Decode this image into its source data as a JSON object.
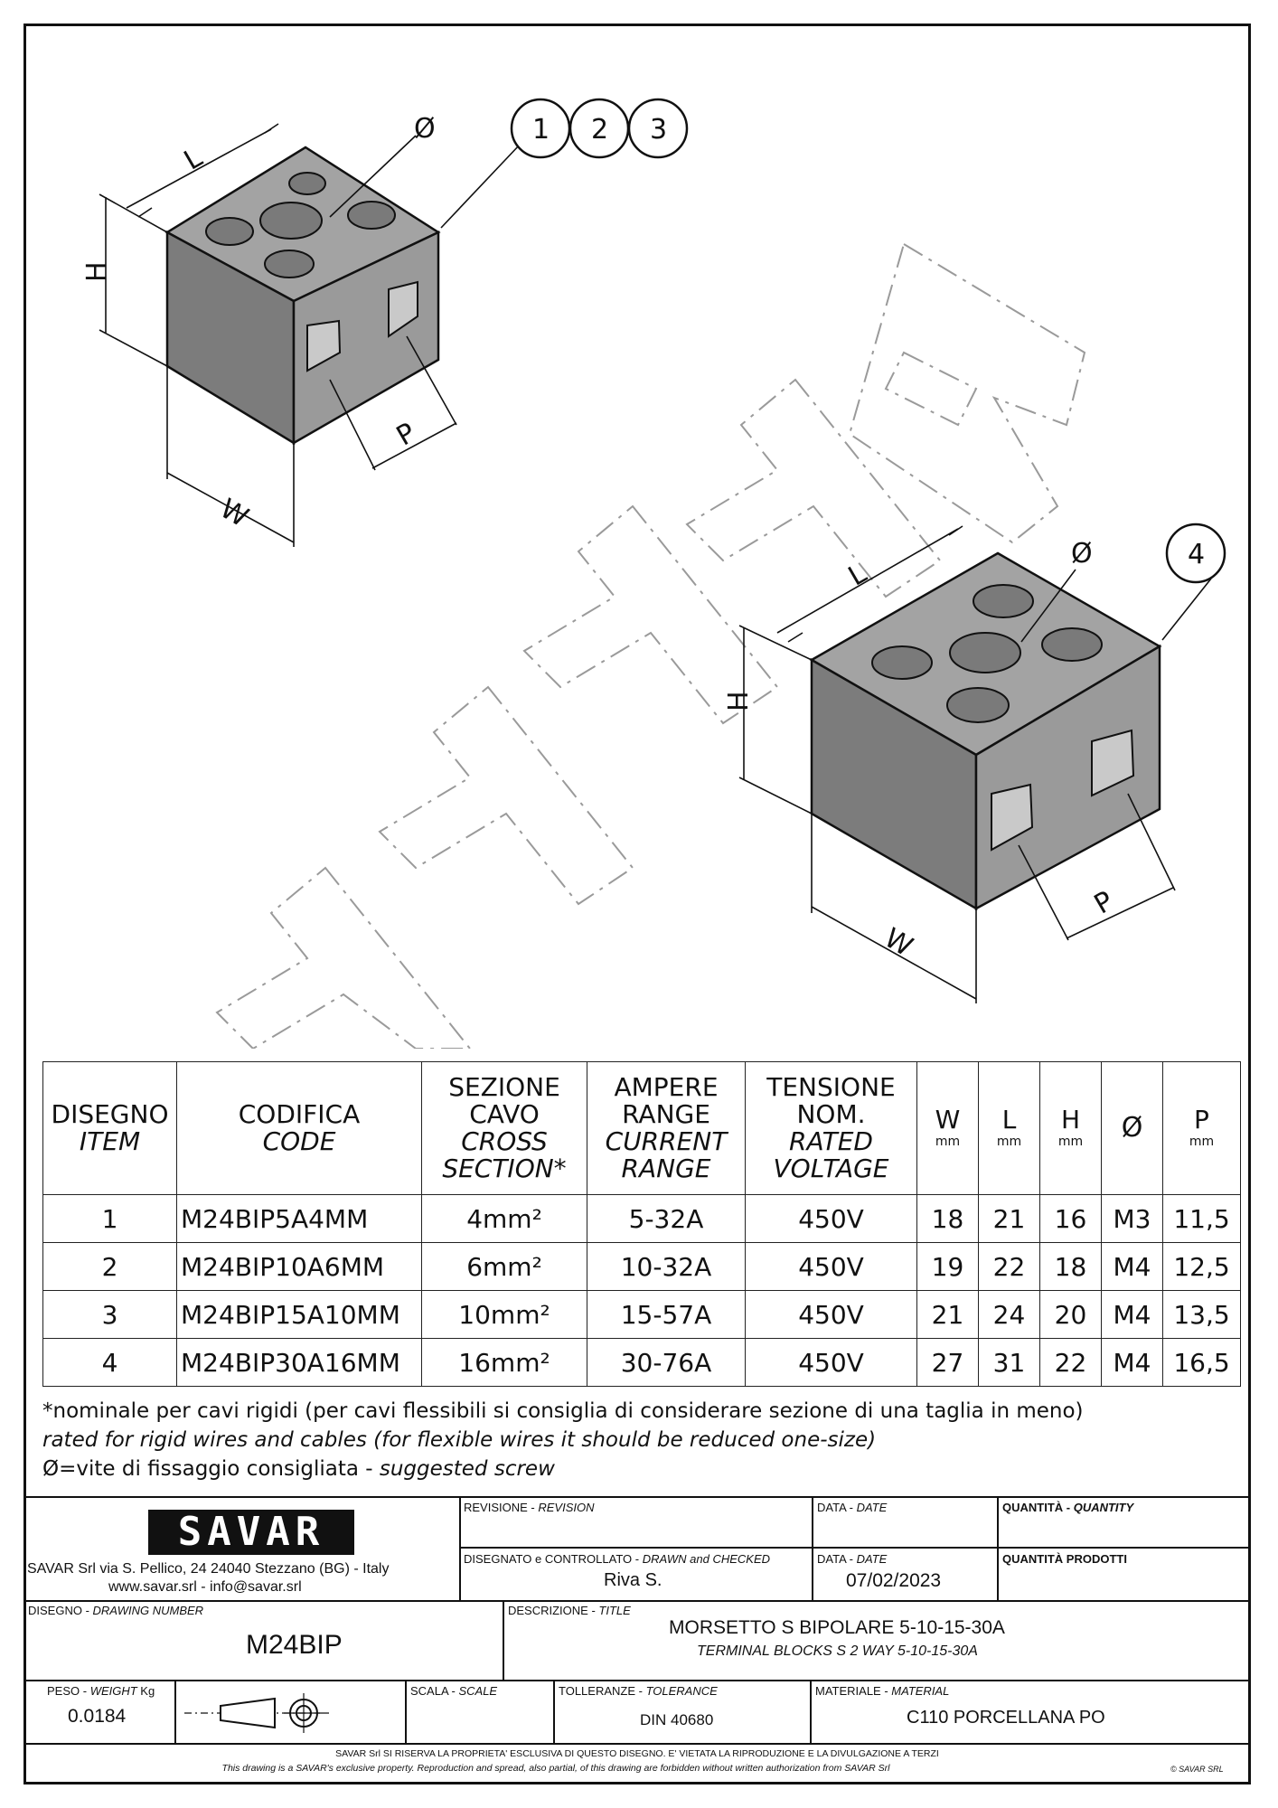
{
  "drawing": {
    "callouts_top": [
      "1",
      "2",
      "3"
    ],
    "callout_bottom": "4",
    "dims": {
      "length": "L",
      "height": "H",
      "width": "W",
      "pitch": "P",
      "diameter": "Ø"
    },
    "watermark": "SAVAR"
  },
  "table": {
    "headers": {
      "item_it": "DISEGNO",
      "item_en": "ITEM",
      "code_it": "CODIFICA",
      "code_en": "CODE",
      "section_it_1": "SEZIONE",
      "section_it_2": "CAVO",
      "section_en_1": "CROSS",
      "section_en_2": "SECTION*",
      "range_it_1": "AMPERE",
      "range_it_2": "RANGE",
      "range_en_1": "CURRENT",
      "range_en_2": "RANGE",
      "volt_it_1": "TENSIONE",
      "volt_it_2": "NOM.",
      "volt_en_1": "RATED",
      "volt_en_2": "VOLTAGE",
      "w": "W",
      "l": "L",
      "h": "H",
      "d": "Ø",
      "p": "P",
      "unit": "mm"
    },
    "rows": [
      {
        "item": "1",
        "code": "M24BIP5A4MM",
        "section": "4mm²",
        "range": "5-32A",
        "voltage": "450V",
        "w": "18",
        "l": "21",
        "h": "16",
        "d": "M3",
        "p": "11,5"
      },
      {
        "item": "2",
        "code": "M24BIP10A6MM",
        "section": "6mm²",
        "range": "10-32A",
        "voltage": "450V",
        "w": "19",
        "l": "22",
        "h": "18",
        "d": "M4",
        "p": "12,5"
      },
      {
        "item": "3",
        "code": "M24BIP15A10MM",
        "section": "10mm²",
        "range": "15-57A",
        "voltage": "450V",
        "w": "21",
        "l": "24",
        "h": "20",
        "d": "M4",
        "p": "13,5"
      },
      {
        "item": "4",
        "code": "M24BIP30A16MM",
        "section": "16mm²",
        "range": "30-76A",
        "voltage": "450V",
        "w": "27",
        "l": "31",
        "h": "22",
        "d": "M4",
        "p": "16,5"
      }
    ]
  },
  "notes": {
    "line1": "*nominale per cavi rigidi (per cavi flessibili si consiglia di considerare sezione di una taglia in meno)",
    "line2": "rated for rigid wires and cables (for flexible wires it should be reduced one-size)",
    "line3_a": "Ø=vite di fissaggio consigliata - ",
    "line3_b": "suggested screw"
  },
  "titleblock": {
    "logo": "SAVAR",
    "company_line1": "SAVAR Srl via S. Pellico, 24  24040 Stezzano (BG) - Italy",
    "company_line2": "www.savar.srl  -  info@savar.srl",
    "revision_it": "REVISIONE - ",
    "revision_en": "REVISION",
    "date_it": "DATA - ",
    "date_en": "DATE",
    "quantity_it": "QUANTITÀ - ",
    "quantity_en": "QUANTITY",
    "drawn_it": "DISEGNATO e CONTROLLATO - ",
    "drawn_en": "DRAWN and CHECKED",
    "drawn_value": "Riva S.",
    "date2_it": "DATA - ",
    "date2_en": "DATE",
    "date_value": "07/02/2023",
    "qty_products": "QUANTITÀ  PRODOTTI",
    "drawing_no_it": "DISEGNO - ",
    "drawing_no_en": "DRAWING NUMBER",
    "drawing_no_value": "M24BIP",
    "title_it_lbl": "DESCRIZIONE - ",
    "title_en_lbl": "TITLE",
    "title_it": "MORSETTO S BIPOLARE 5-10-15-30A",
    "title_en": "TERMINAL BLOCKS S 2 WAY 5-10-15-30A",
    "weight_it": "PESO - ",
    "weight_en": "WEIGHT",
    "weight_unit": " Kg",
    "weight_value": "0.0184",
    "scale_it": "SCALA - ",
    "scale_en": "SCALE",
    "tolerance_it": "TOLLERANZE - ",
    "tolerance_en": "TOLERANCE",
    "tolerance_value": "DIN 40680",
    "material_it": "MATERIALE - ",
    "material_en": "MATERIAL",
    "material_value": "C110 PORCELLANA PO",
    "footer_it": "SAVAR Srl SI RISERVA LA PROPRIETA' ESCLUSIVA DI QUESTO DISEGNO. E' VIETATA LA RIPRODUZIONE E LA DIVULGAZIONE A TERZI",
    "footer_en": "This drawing is a SAVAR's exclusive property. Reproduction and spread, also partial, of this drawing are forbidden without written authorization from SAVAR Srl",
    "copyright": "© SAVAR SRL"
  }
}
